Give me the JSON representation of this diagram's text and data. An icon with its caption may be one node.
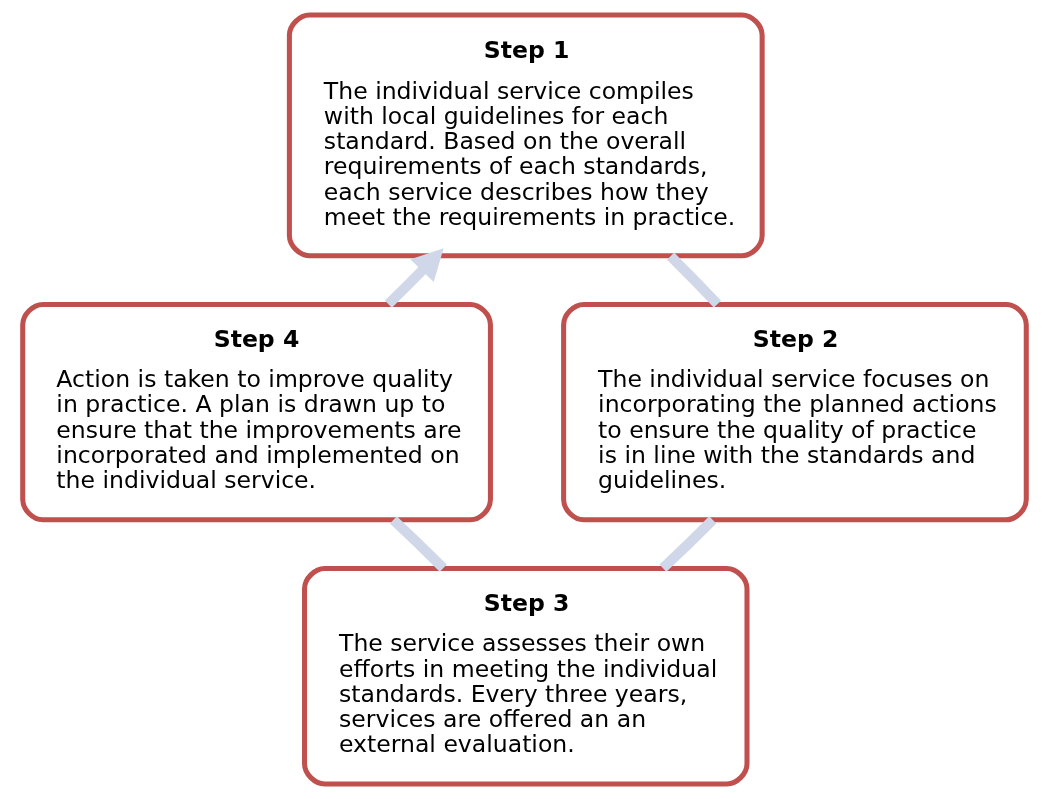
{
  "diagram": {
    "nodes": [
      {
        "text": [
          "Step 1",
          "The individual service compiles with local guidelines for each standard. Based on the overall requirements of each standards, each service describes how they meet the requirements in practice."
        ]
      },
      {
        "text": [
          "Step 2",
          "The individual service focuses on incorporating the planned actions to ensure the quality of practice is in line with the standards and guidelines."
        ]
      },
      {
        "text": [
          "Step 3",
          "The service assesses their own efforts in meeting the individual standards. Every three years, services are offered an an external evaluation."
        ]
      },
      {
        "text": [
          "Step 4",
          "Action is taken to improve quality in practice. A plan is drawn up to ensure that the improvements are incorporated and implemented on the individual service."
        ]
      }
    ],
    "edges": [
      {
        "from": 0,
        "to": 1,
        "arrow": "none"
      },
      {
        "from": 1,
        "to": 2,
        "arrow": "none"
      },
      {
        "from": 2,
        "to": 3,
        "arrow": "none"
      },
      {
        "from": 3,
        "to": 0,
        "arrow": "to"
      }
    ]
  }
}
